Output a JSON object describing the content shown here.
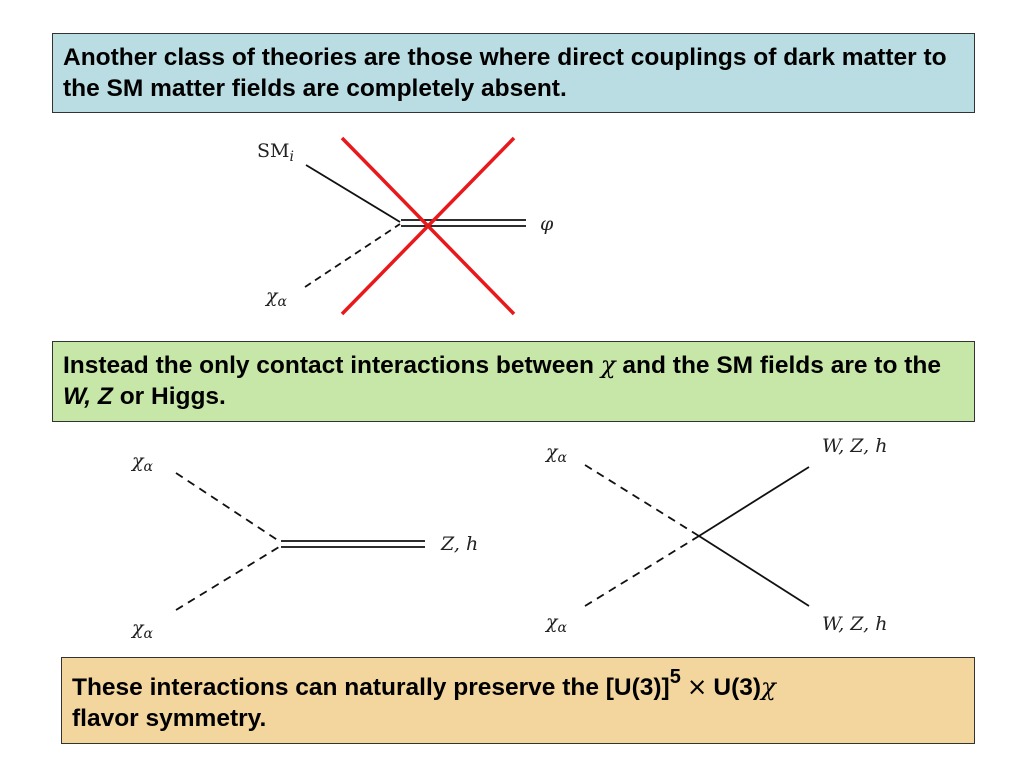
{
  "boxes": {
    "top": {
      "text": "Another class of theories are those where direct couplings of dark matter to the SM matter fields are completely absent.",
      "bg": "#b9dde2"
    },
    "middle": {
      "text_before_chi": "Instead the only contact interactions between ",
      "chi": "χ",
      "text_after_chi": " and the SM fields are to the ",
      "wz": "W, Z",
      "text_end": " or Higgs.",
      "bg": "#c7e7a8"
    },
    "bottom": {
      "text_before_sup": "These interactions can naturally preserve the [U(3)]",
      "sup": "5",
      "times": "×",
      "u3": "U(3)",
      "chi": "χ",
      "text_end": "flavor symmetry.",
      "bg": "#f3d69d"
    }
  },
  "diagram_top": {
    "label_sm": "SM",
    "label_sm_sub": "i",
    "label_chi": "χ",
    "label_chi_sub": "α",
    "label_phi": "φ",
    "cross_color": "#e8181b"
  },
  "diagram_left": {
    "label_chi_top": "χ",
    "label_chi_top_sub": "α",
    "label_chi_bottom": "χ",
    "label_chi_bottom_sub": "α",
    "label_out": "Z, h"
  },
  "diagram_right": {
    "label_chi_top": "χ",
    "label_chi_top_sub": "α",
    "label_chi_bottom": "χ",
    "label_chi_bottom_sub": "α",
    "label_out_top": "W, Z, h",
    "label_out_bottom": "W, Z, h"
  }
}
